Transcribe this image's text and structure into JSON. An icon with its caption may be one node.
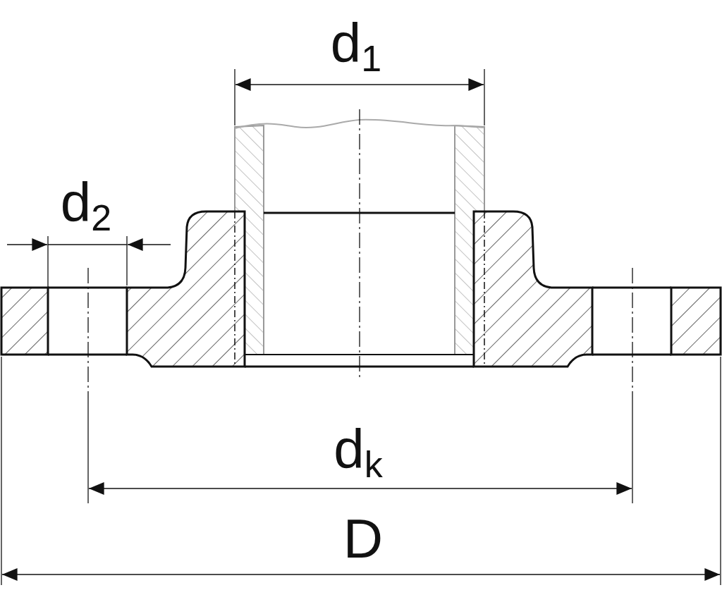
{
  "diagram": {
    "labels": [
      "d$_{1}$",
      "d$_{2}$",
      "d$_{k}$",
      "D"
    ]
  }
}
